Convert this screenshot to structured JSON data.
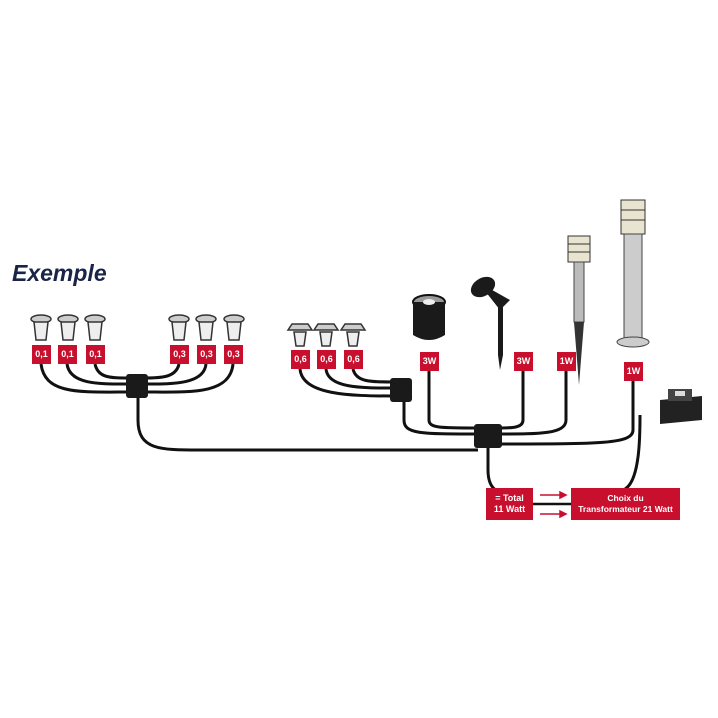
{
  "title": "Exemple",
  "lights": {
    "group1": [
      "0,1",
      "0,1",
      "0,1"
    ],
    "group2": [
      "0,3",
      "0,3",
      "0,3"
    ],
    "group3": [
      "0,6",
      "0,6",
      "0,6"
    ],
    "spot_ground": "3W",
    "spot_spike": "3W",
    "bollard_small": "1W",
    "bollard_tall": "1W"
  },
  "total": {
    "line1": "= Total",
    "line2": "11 Watt"
  },
  "transformer": {
    "line1": "Choix du",
    "line2": "Transformateur 21 Watt"
  },
  "colors": {
    "label": "#c8102e",
    "title": "#1a2447"
  }
}
